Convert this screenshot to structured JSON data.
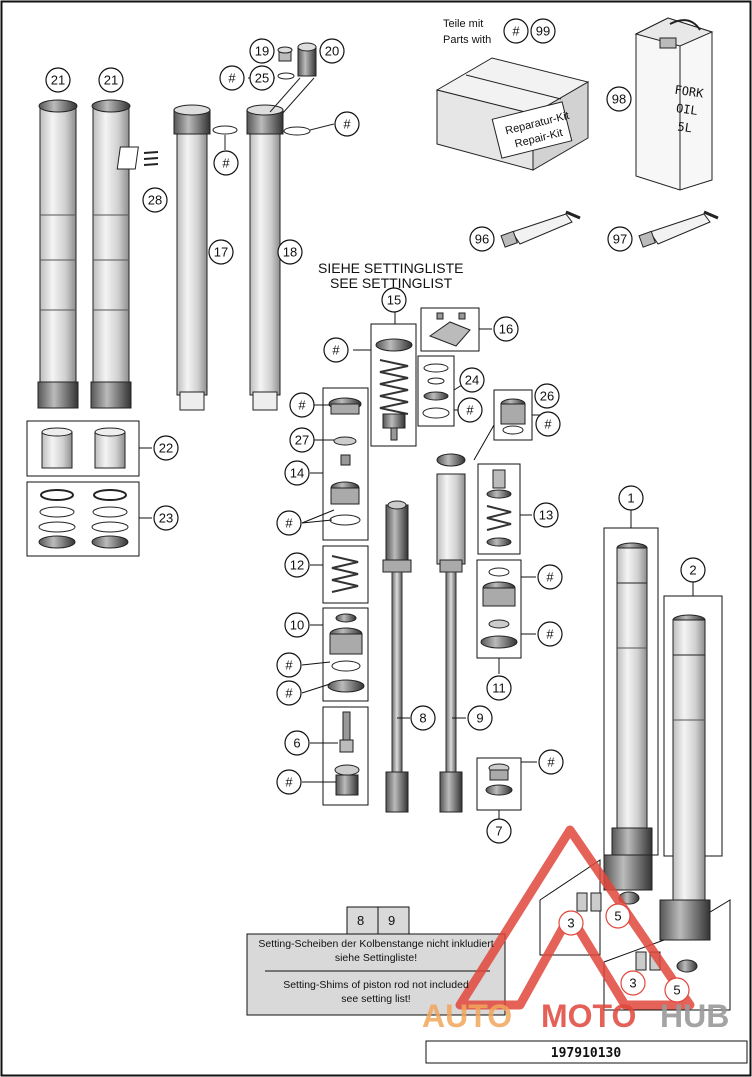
{
  "header": {
    "parts_with_de": "Teile mit",
    "parts_with_en": "Parts with",
    "parts_with_hash": "#",
    "parts_with_num": "99",
    "setting_list_de": "SIEHE SETTINGLISTE",
    "setting_list_en": "SEE SETTINGLIST"
  },
  "repair_kit": {
    "line1": "Reparatur-Kit",
    "line2": "Repair-Kit"
  },
  "fork_oil": {
    "line1": "FORK",
    "line2": "OIL",
    "line3": "5L"
  },
  "callouts": {
    "c1": "1",
    "c2": "2",
    "c3a": "3",
    "c3b": "3",
    "c5a": "5",
    "c5b": "5",
    "c6": "6",
    "c7": "7",
    "c8": "8",
    "c9": "9",
    "c10": "10",
    "c11": "11",
    "c12": "12",
    "c13": "13",
    "c14": "14",
    "c15": "15",
    "c16": "16",
    "c17": "17",
    "c18": "18",
    "c19": "19",
    "c20": "20",
    "c21a": "21",
    "c21b": "21",
    "c22": "22",
    "c23": "23",
    "c24": "24",
    "c25": "25",
    "c26": "26",
    "c27": "27",
    "c28": "28",
    "c96": "96",
    "c97": "97",
    "c98": "98",
    "hash": "#"
  },
  "note": {
    "tab1": "8",
    "tab2": "9",
    "de_line1": "Setting-Scheiben der Kolbenstange nicht inkludiert",
    "de_line2": "siehe Settingliste!",
    "en_line1": "Setting-Shims of piston rod not included",
    "en_line2": "see setting list!"
  },
  "footer": {
    "code": "197910130"
  },
  "watermark": {
    "auto": "AUTO",
    "moto": "MOTO",
    "hub": "HUB"
  },
  "colors": {
    "ink": "#111111",
    "note_bg": "#d9d9d9",
    "watermark_orange": "#f2a65a",
    "watermark_red": "#e0463c",
    "watermark_gray": "#9a9a9a"
  }
}
